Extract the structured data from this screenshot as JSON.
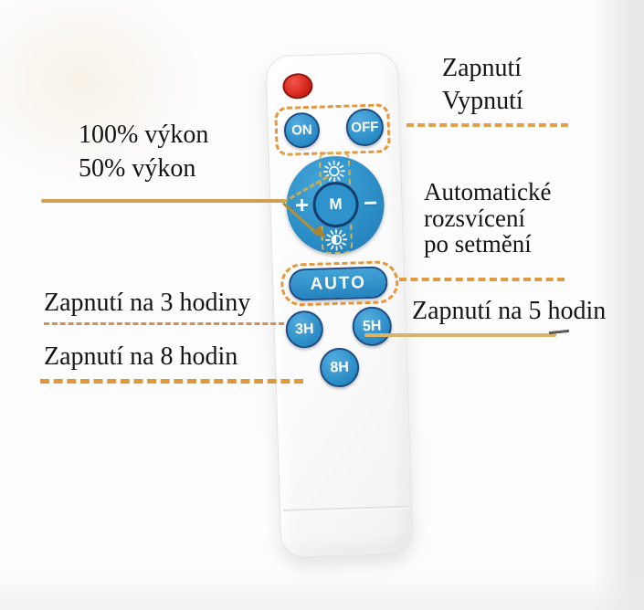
{
  "labels": {
    "onoff_line1": "Zapnutí",
    "onoff_line2": "Vypnutí",
    "power_line1": "100% výkon",
    "power_line2": "50% výkon",
    "auto_line1": "Automatické",
    "auto_line2": "rozsvícení",
    "auto_line3": "po setmění",
    "h3": "Zapnutí na 3 hodiny",
    "h5": "Zapnutí na 5 hodin",
    "h8": "Zapnutí na 8 hodin"
  },
  "remote": {
    "on": "ON",
    "off": "OFF",
    "mode": "M",
    "plus": "+",
    "minus": "−",
    "auto": "AUTO",
    "h3": "3H",
    "h5": "5H",
    "h8": "8H"
  },
  "icons": {
    "led": "power-led",
    "sun_full": "brightness-full-icon",
    "sun_half": "brightness-half-icon"
  },
  "colors": {
    "button_blue": "#2e93cc",
    "button_border_navy": "#1d4d86",
    "led_red": "#d6271c",
    "annotation_orange": "#e8963c",
    "annotation_gold": "#cfa052"
  }
}
